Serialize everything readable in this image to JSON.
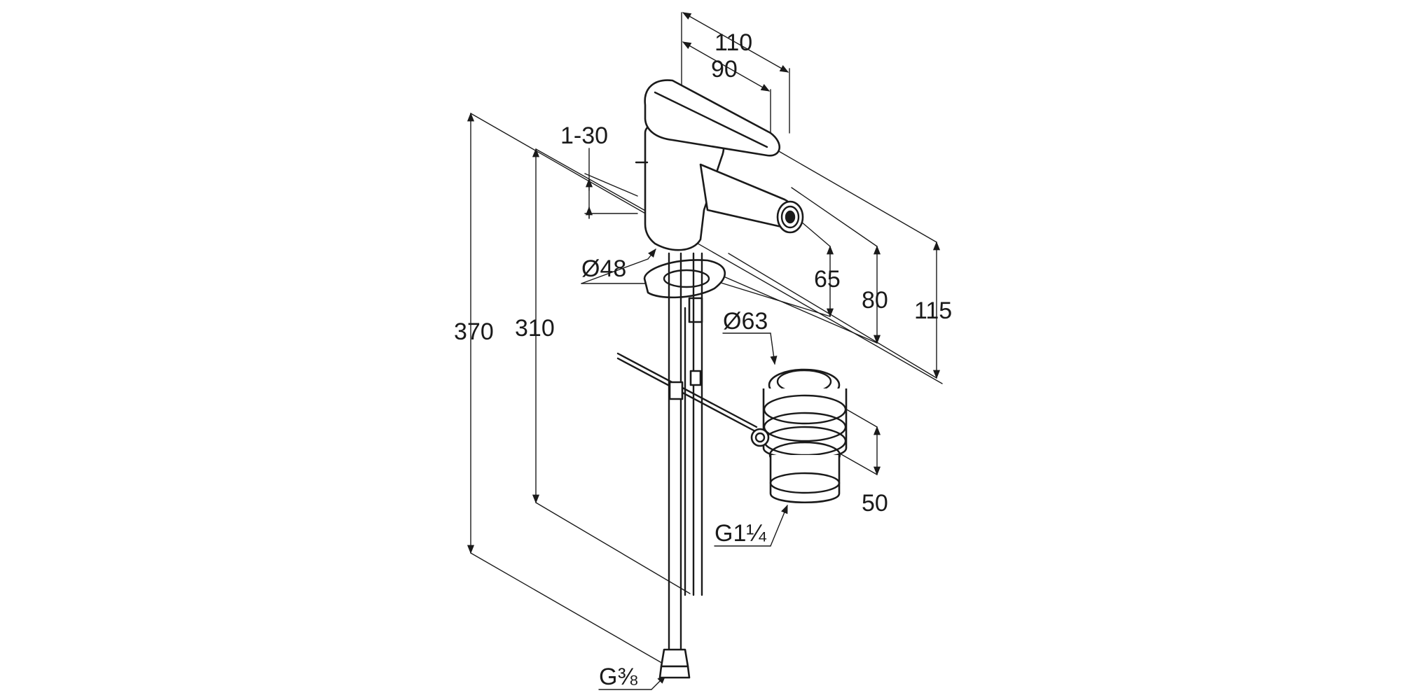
{
  "dimensions": {
    "total_depth": "110",
    "lever_depth": "90",
    "tilt_range": "1-30",
    "body_diameter": "Ø48",
    "total_height": "370",
    "hose_length": "310",
    "spout_height": "65",
    "aerator_height": "80",
    "lever_height": "115",
    "waste_diameter": "Ø63",
    "waste_stroke": "50",
    "waste_thread": "G1¼",
    "supply_thread": "G⅜"
  },
  "colors": {
    "line": "#1a1a1a",
    "background": "#ffffff"
  }
}
